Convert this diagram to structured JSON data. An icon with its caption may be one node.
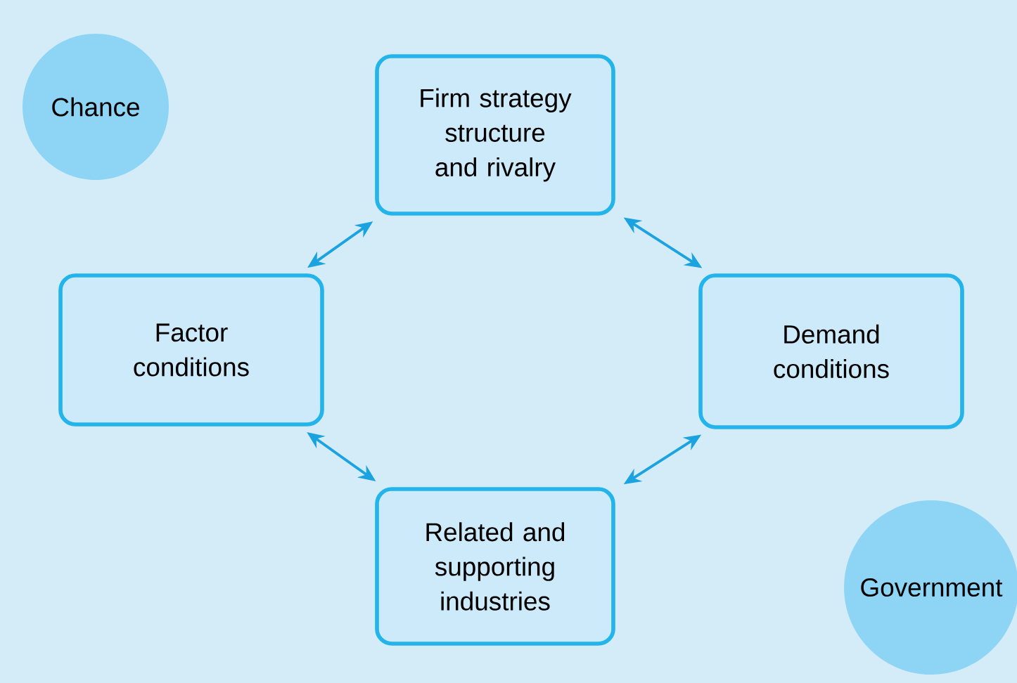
{
  "diagram": {
    "nodes": [
      {
        "text": [
          "Chance"
        ]
      },
      {
        "text": [
          "Firm strategy structure and rivalry"
        ]
      },
      {
        "text": [
          "Factor conditions"
        ]
      },
      {
        "text": [
          "Demand conditions"
        ]
      },
      {
        "text": [
          "Related and supporting industries"
        ]
      },
      {
        "text": [
          "Government"
        ]
      }
    ],
    "edges": [
      {
        "from": 1,
        "to": 2,
        "arrow": "both"
      },
      {
        "from": 1,
        "to": 3,
        "arrow": "both"
      },
      {
        "from": 2,
        "to": 4,
        "arrow": "both"
      },
      {
        "from": 3,
        "to": 4,
        "arrow": "both"
      }
    ]
  }
}
